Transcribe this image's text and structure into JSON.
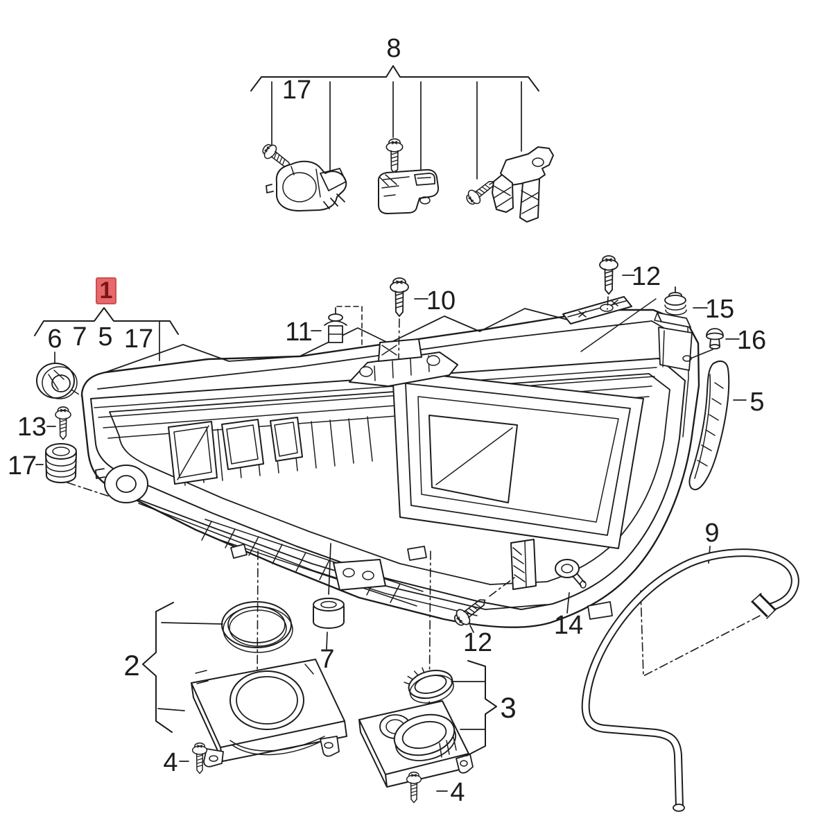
{
  "style": {
    "background": "#ffffff",
    "line_color": "#1c1c1c"
  },
  "highlight": {
    "fill": "#e8696b",
    "border": "#c9504f",
    "text_color": "#7a1518"
  },
  "labels": {
    "part8": "8",
    "part17_top": "17",
    "part1": "1",
    "part6": "6",
    "part7_group": "7",
    "part5_group": "5",
    "part17_group": "17",
    "part10": "10",
    "part11": "11",
    "part12_top": "12",
    "part15": "15",
    "part16": "16",
    "part5_right": "5",
    "part13": "13",
    "part17_left": "17",
    "part9": "9",
    "part14": "14",
    "part12_bottom": "12",
    "part7_bottom": "7",
    "part2": "2",
    "part3": "3",
    "part4_left": "4",
    "part4_middle": "4"
  }
}
